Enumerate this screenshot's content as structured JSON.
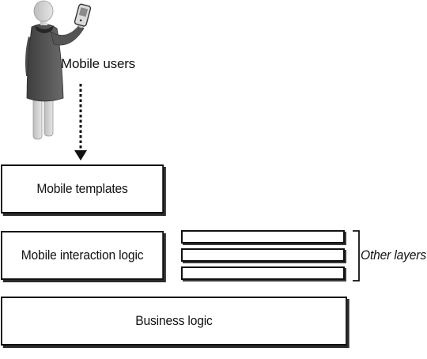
{
  "figure": {
    "user_label": "Mobile users",
    "layers": {
      "templates": "Mobile templates",
      "interaction": "Mobile interaction logic",
      "business": "Business logic"
    },
    "other_layers_label": "Other layers"
  }
}
